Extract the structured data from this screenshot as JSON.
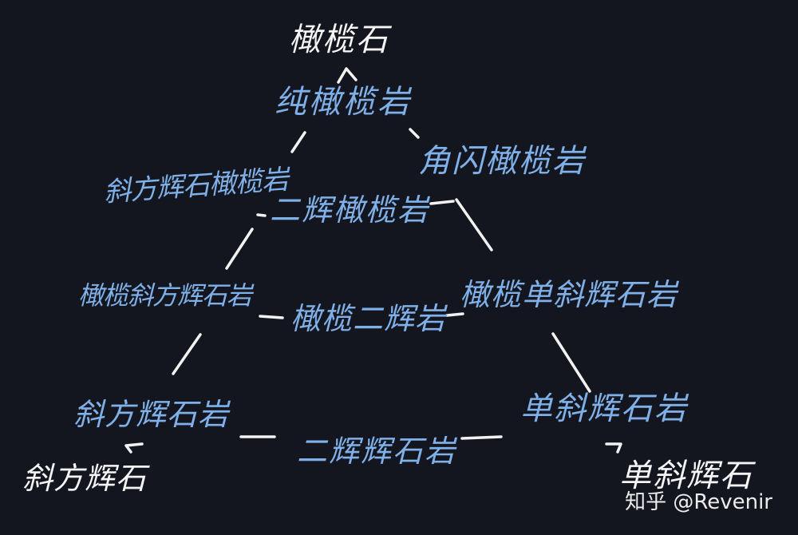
{
  "diagram": {
    "top_mineral": "橄榄石",
    "rocks": {
      "pure_olivine_rock": "纯橄榄岩",
      "hornblende_olivine_rock": "角闪橄榄岩",
      "orthopyroxene_olivine_rock": "斜方辉石橄榄岩",
      "websterite_olivine_rock": "二辉橄榄岩",
      "olivine_orthopyroxenite": "橄榄斜方辉石岩",
      "olivine_websterite": "橄榄二辉岩",
      "olivine_clinopyroxenite": "橄榄单斜辉石岩",
      "orthopyroxenite": "斜方辉石岩",
      "websterite": "二辉辉石岩",
      "clinopyroxenite": "单斜辉石岩"
    },
    "corner_minerals": {
      "orthopyroxene": "斜方辉石",
      "clinopyroxene": "单斜辉石"
    }
  },
  "watermark": "知乎 @Revenir",
  "colors": {
    "background": "#14161f",
    "rock_label": "#7fb0e8",
    "mineral_label": "#f4f4f4",
    "lines": "#f2f2f2"
  }
}
